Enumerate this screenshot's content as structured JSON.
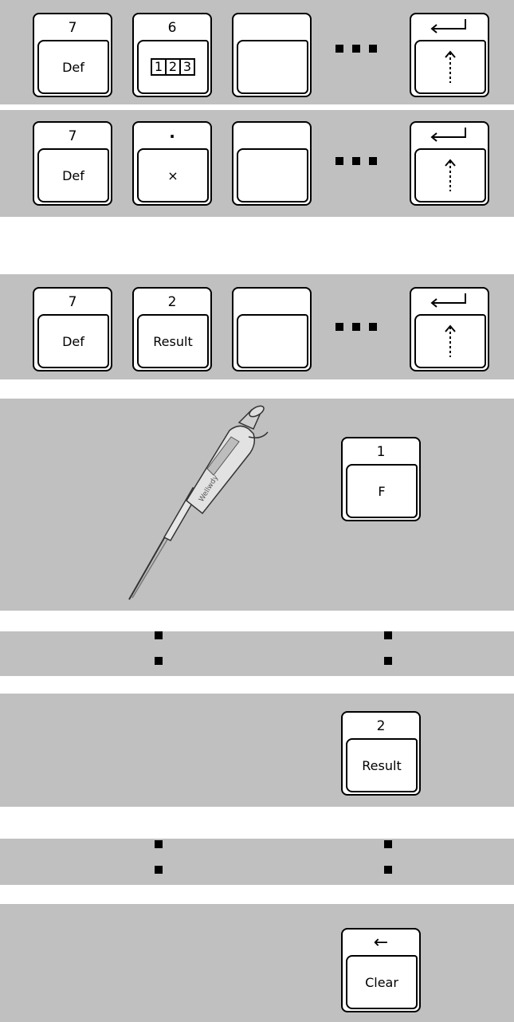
{
  "panel1": {
    "key1_top": "7",
    "key1_bottom": "Def",
    "key2_top": "6",
    "key2_digits": [
      "1",
      "2",
      "3"
    ]
  },
  "panel2": {
    "key1_top": "7",
    "key1_bottom": "Def",
    "key2_top": "·",
    "key2_bottom": "×"
  },
  "panel3": {
    "key1_top": "7",
    "key1_bottom": "Def",
    "key2_top": "2",
    "key2_bottom": "Result"
  },
  "panel4": {
    "key_top": "1",
    "key_bottom": "F",
    "pipette_brand": "Wellwdy"
  },
  "panel6": {
    "key_top": "2",
    "key_bottom": "Result"
  },
  "panel8": {
    "key_top": "←",
    "key_bottom": "Clear"
  },
  "icons": {
    "enter": "enter-arrow-icon",
    "up": "up-arrow-icon",
    "ellipsis": "ellipsis-squares-icon"
  }
}
